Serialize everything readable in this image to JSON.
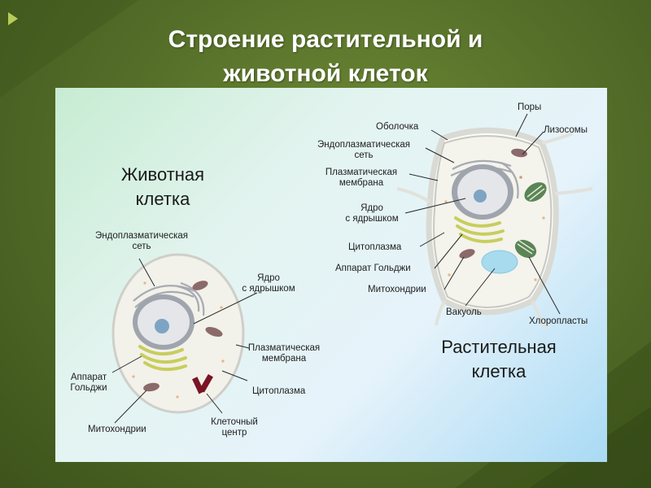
{
  "slide": {
    "title_line1": "Строение растительной и",
    "title_line2": "животной клеток"
  },
  "animal_cell": {
    "title_line1": "Животная",
    "title_line2": "клетка",
    "labels": {
      "er_line1": "Эндоплазматическая",
      "er_line2": "сеть",
      "nucleus_line1": "Ядро",
      "nucleus_line2": "с ядрышком",
      "membrane_line1": "Плазматическая",
      "membrane_line2": "мембрана",
      "golgi_line1": "Аппарат",
      "golgi_line2": "Гольджи",
      "cytoplasm": "Цитоплазма",
      "mitochondria": "Митохондрии",
      "centrosome_line1": "Клеточный",
      "centrosome_line2": "центр"
    }
  },
  "plant_cell": {
    "title_line1": "Растительная",
    "title_line2": "клетка",
    "labels": {
      "pores": "Поры",
      "wall": "Оболочка",
      "lysosomes": "Лизосомы",
      "er_line1": "Эндоплазматическая",
      "er_line2": "сеть",
      "membrane_line1": "Плазматическая",
      "membrane_line2": "мембрана",
      "nucleus_line1": "Ядро",
      "nucleus_line2": "с ядрышком",
      "cytoplasm": "Цитоплазма",
      "golgi": "Аппарат Гольджи",
      "mitochondria": "Митохондрии",
      "vacuole": "Вакуоль",
      "chloroplasts": "Хлоропласты"
    }
  },
  "colors": {
    "background": "#56702a",
    "nucleus": "#c9cdd4",
    "golgi": "#cfd36a",
    "mitochondria": "#8a6a6a",
    "centrosome": "#7a1424",
    "vacuole": "#a9dcef",
    "chloroplast": "#4f7a4a"
  }
}
